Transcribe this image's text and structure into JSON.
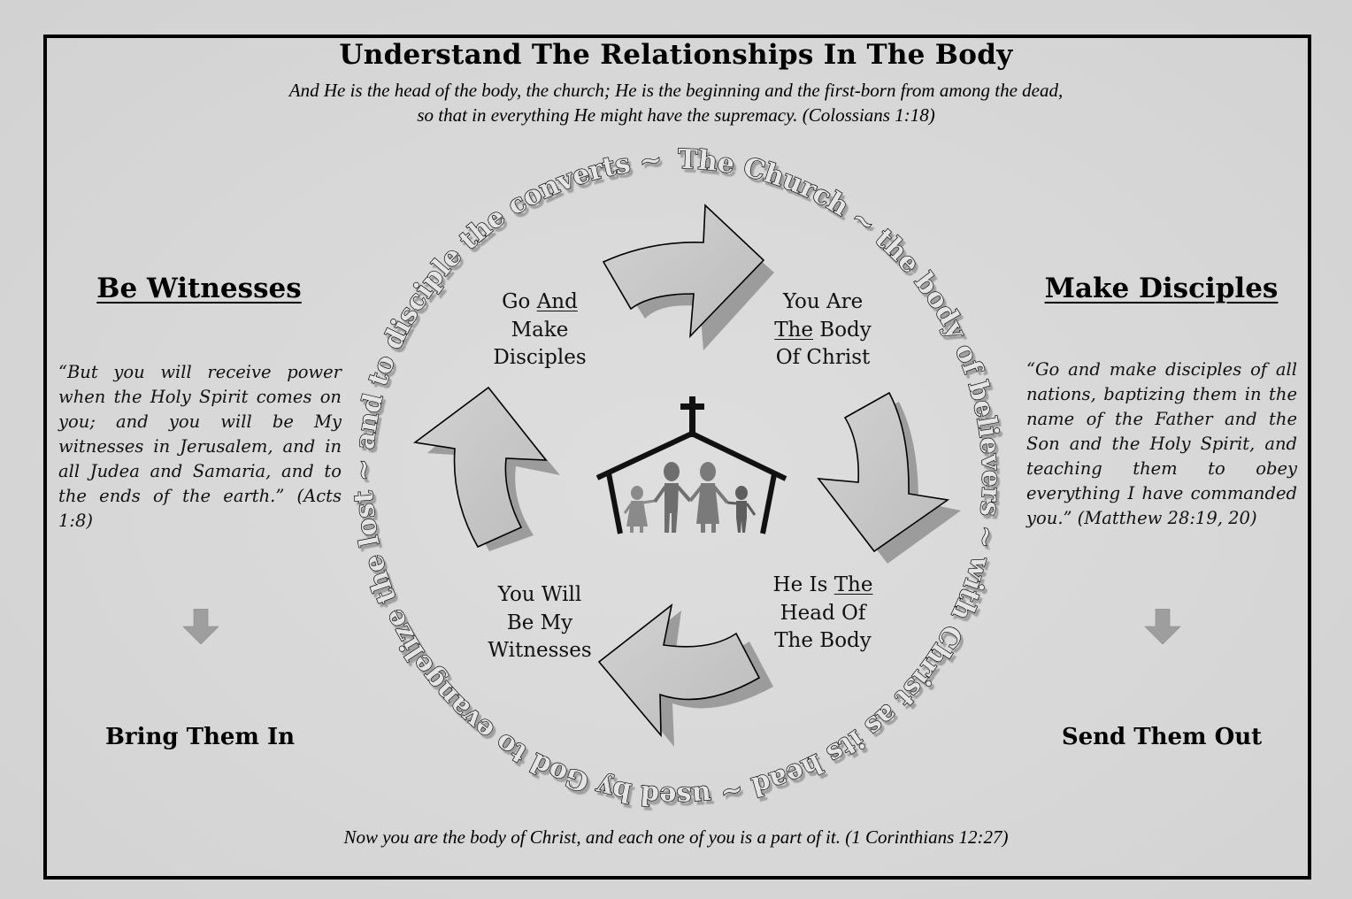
{
  "title": "Understand The Relationships In The Body",
  "subtitle_lines": [
    "And He is the head of the body, the church; He is the beginning and the first-born from among the dead,",
    "so that in everything He might have the supremacy.  (Colossians 1:18)"
  ],
  "left_panel": {
    "heading": "Be Witnesses",
    "quote": "“But you will receive power when the Holy Spirit comes on you; and you will be My witnesses in Jerusalem, and in all Judea and Samaria, and to the ends of the earth.” (Acts 1:8)",
    "arrow_icon": "down-arrow-icon",
    "bottom_label": "Bring Them In"
  },
  "right_panel": {
    "heading": "Make Disciples",
    "quote": "“Go and make disciples of all nations, baptizing them in the name of the Father and the Son and the Holy Spirit, and teaching them to obey everything I have commanded you.” (Matthew 28:19, 20)",
    "arrow_icon": "down-arrow-icon",
    "bottom_label": "Send Them Out"
  },
  "cycle": {
    "ring_text": "The Church ~ the body of believers ~ with Christ as its head ~ used by God to evangelize the lost ~ and to disciple the converts ~",
    "center_icon": "church-family-icon",
    "steps": [
      {
        "pre": "You Are",
        "underlined": "The",
        "post": "Body",
        "line3": "Of Christ"
      },
      {
        "pre": "He Is",
        "underlined": "The",
        "line2": "Head Of",
        "line3": "The Body"
      },
      {
        "line1": "You Will",
        "line2": "Be My",
        "line3": "Witnesses"
      },
      {
        "pre": "Go",
        "underlined": "And",
        "line2": "Make",
        "line3": "Disciples"
      }
    ],
    "arrow_icons": [
      "curved-arrow-right-icon",
      "curved-arrow-down-icon",
      "curved-arrow-left-icon",
      "curved-arrow-up-icon"
    ]
  },
  "footer": "Now you are the body of Christ, and each one of you is a part of it.  (1 Corinthians 12:27)",
  "colors": {
    "background": "#d8d8d8",
    "border": "#000000",
    "arrow_fill": "#c4c4c4",
    "arrow_shadow": "#9a9a9a",
    "small_arrow": "#9c9c9c"
  }
}
